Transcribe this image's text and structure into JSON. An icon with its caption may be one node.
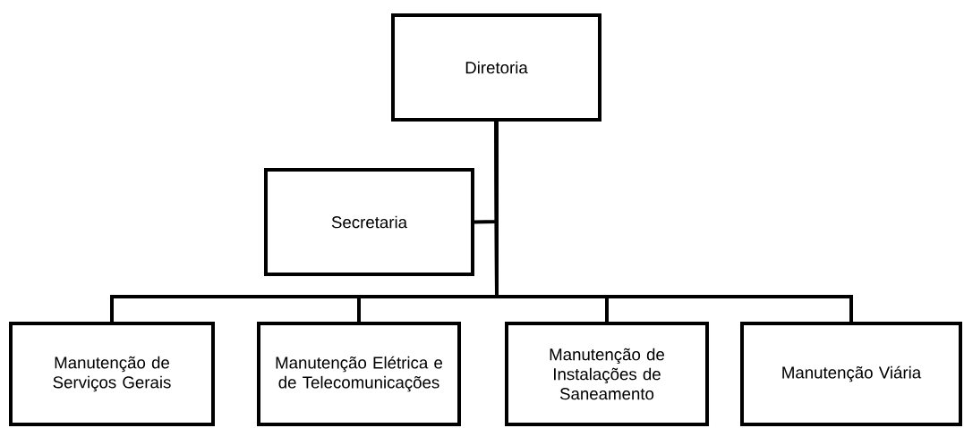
{
  "diagram": {
    "nodes": [
      {
        "text": [
          "Diretoria"
        ]
      },
      {
        "text": [
          "Secretaria"
        ]
      },
      {
        "text": [
          "Manutenção de Serviços Gerais"
        ]
      },
      {
        "text": [
          "Manutenção Elétrica e de Telecomunicações"
        ]
      },
      {
        "text": [
          "Manutenção de Instalações de Saneamento"
        ]
      },
      {
        "text": [
          "Manutenção Viária"
        ]
      }
    ],
    "edges": [
      {
        "from": 0,
        "to": 1,
        "arrow": "none"
      },
      {
        "from": 0,
        "to": 2,
        "arrow": "none"
      },
      {
        "from": 0,
        "to": 3,
        "arrow": "none"
      },
      {
        "from": 0,
        "to": 4,
        "arrow": "none"
      },
      {
        "from": 0,
        "to": 5,
        "arrow": "none"
      }
    ]
  }
}
